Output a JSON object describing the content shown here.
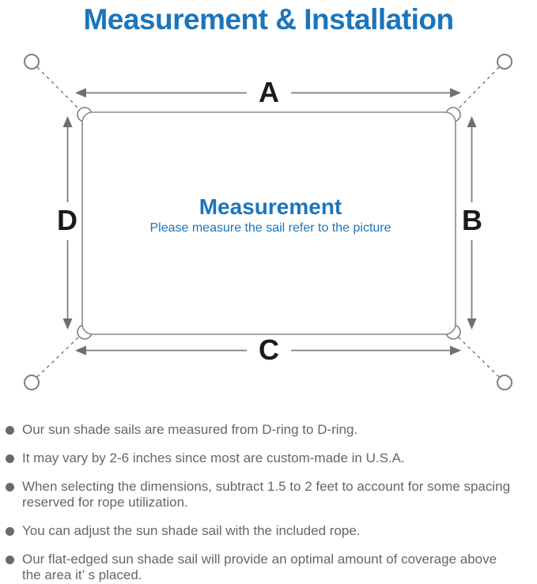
{
  "title": "Measurement & Installation",
  "diagram": {
    "center_title": "Measurement",
    "center_subtitle": "Please measure the sail refer to the picture",
    "labels": {
      "top": "A",
      "right": "B",
      "bottom": "C",
      "left": "D"
    }
  },
  "notes": [
    "Our sun shade sails are measured from D-ring to D-ring.",
    "It may vary by 2-6 inches since most are custom-made in U.S.A.",
    "When selecting the dimensions, subtract 1.5 to 2 feet to account for some spacing\nreserved for rope utilization.",
    "You can adjust the sun shade sail with the included rope.",
    "Our flat-edged sun shade sail will provide an optimal amount of coverage above\nthe area it’ s placed."
  ],
  "colors": {
    "accent_blue": "#1b75bc",
    "line_gray": "#7f7f7f",
    "arrow_gray": "#6f6f6f",
    "label_black": "#1a1a1a",
    "note_gray": "#666666"
  }
}
